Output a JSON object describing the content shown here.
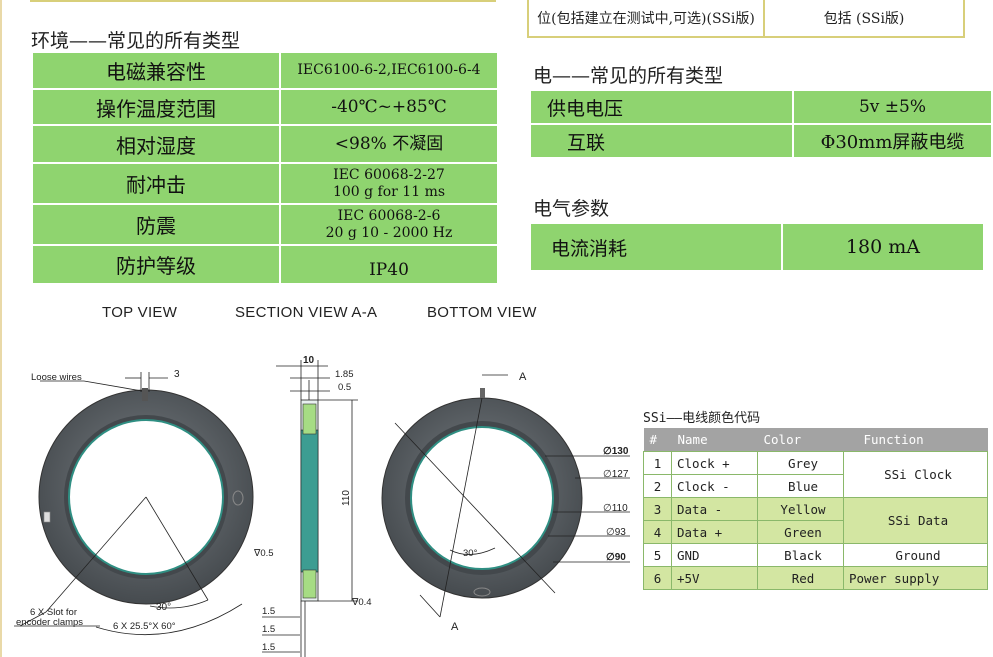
{
  "environment": {
    "title": "环境——常见的所有类型",
    "rows": [
      {
        "label": "电磁兼容性",
        "value": "IEC6100-6-2,IEC6100-6-4"
      },
      {
        "label": "操作温度范围",
        "value": "-40℃~+85℃"
      },
      {
        "label": "相对湿度",
        "value": "<98% 不凝固"
      },
      {
        "label": "耐冲击",
        "value_line1": "IEC 60068-2-27",
        "value_line2": "100 g for 11 ms"
      },
      {
        "label": "防震",
        "value_line1": "IEC 60068-2-6",
        "value_line2": "20 g 10 - 2000 Hz"
      },
      {
        "label": "防护等级",
        "value": "IP40"
      }
    ]
  },
  "top_right_row": {
    "label": "位(包括建立在测试中,可选)(SSi版)",
    "value": "包括 (SSi版)"
  },
  "electrical": {
    "title": "电——常见的所有类型",
    "rows": [
      {
        "label": "供电电压",
        "value": "5v ±5%"
      },
      {
        "label": "互联",
        "value": "Φ30mm屏蔽电缆"
      }
    ]
  },
  "params": {
    "title": "电气参数",
    "rows": [
      {
        "label": "电流消耗",
        "value": "180 mA"
      }
    ]
  },
  "views": {
    "top": "TOP VIEW",
    "section": "SECTION VIEW A-A",
    "bottom": "BOTTOM VIEW"
  },
  "drawing": {
    "loose_wires": "Loose wires",
    "wire_dim": "3",
    "slot_note_1": "6 X Slot for",
    "slot_note_2": "encoder clamps",
    "angle_30": "30°",
    "angle_pattern": "6 X 25.5°X 60°",
    "sec_10": "10",
    "sec_185": "1.85",
    "sec_05": "0.5",
    "sec_110": "110",
    "sec_v05": "∇0.5",
    "sec_v04": "∇0.4",
    "sec_15a": "1.5",
    "sec_15b": "1.5",
    "sec_15c": "1.5",
    "cut_a_top": "A",
    "cut_a_bottom": "A",
    "bottom_angle": "30°",
    "d130": "∅130",
    "d127": "∅127",
    "d110": "∅110",
    "d93": "∅93",
    "d90": "∅90"
  },
  "color_code": {
    "title": "SSi——电线颜色代码",
    "headers": [
      "#",
      "Name",
      "Color",
      "Function"
    ],
    "rows": [
      {
        "n": "1",
        "name": "Clock +",
        "color": "Grey"
      },
      {
        "n": "2",
        "name": "Clock -",
        "color": "Blue"
      },
      {
        "n": "3",
        "name": "Data -",
        "color": "Yellow"
      },
      {
        "n": "4",
        "name": "Data +",
        "color": "Green"
      },
      {
        "n": "5",
        "name": "GND",
        "color": "Black",
        "function": "Ground"
      },
      {
        "n": "6",
        "name": "+5V",
        "color": "Red",
        "function": "Power supply"
      }
    ],
    "group_functions": {
      "clock": "SSi Clock",
      "data": "SSi Data"
    }
  },
  "colors": {
    "table_green": "#8fd46f",
    "row_green": "#d3e6a2",
    "header_grey": "#a3a3a3",
    "ring_dark": "#5a5f63",
    "ring_teal": "#2f8f83"
  }
}
